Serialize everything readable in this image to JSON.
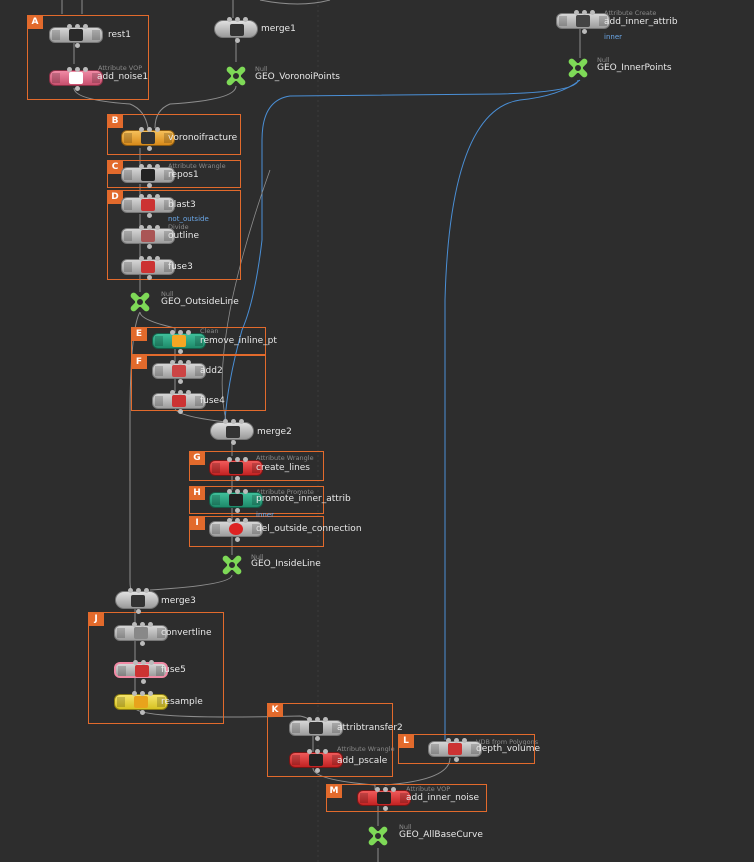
{
  "groups": [
    {
      "letter": "A"
    },
    {
      "letter": "B"
    },
    {
      "letter": "C"
    },
    {
      "letter": "D"
    },
    {
      "letter": "E"
    },
    {
      "letter": "F"
    },
    {
      "letter": "G"
    },
    {
      "letter": "H"
    },
    {
      "letter": "I"
    },
    {
      "letter": "J"
    },
    {
      "letter": "K"
    },
    {
      "letter": "L"
    },
    {
      "letter": "M"
    }
  ],
  "nodes": {
    "rest1": {
      "name": "rest1",
      "type": ""
    },
    "add_noise1": {
      "name": "add_noise1",
      "type": "Attribute VOP"
    },
    "merge1": {
      "name": "merge1",
      "type": ""
    },
    "geo_voronoi": {
      "name": "GEO_VoronoiPoints",
      "type": "Null"
    },
    "add_inner_attrib": {
      "name": "add_inner_attrib",
      "type": "Attribute Create",
      "note": "inner"
    },
    "geo_inner": {
      "name": "GEO_InnerPoints",
      "type": "Null"
    },
    "voronoifracture": {
      "name": "voronoifracture",
      "type": ""
    },
    "repos1": {
      "name": "repos1",
      "type": "Attribute Wrangle"
    },
    "blast3": {
      "name": "blast3",
      "type": "",
      "note": "not_outside"
    },
    "outline": {
      "name": "outline",
      "type": "Divide"
    },
    "fuse3": {
      "name": "fuse3",
      "type": ""
    },
    "geo_outside": {
      "name": "GEO_OutsideLine",
      "type": "Null"
    },
    "remove_inline": {
      "name": "remove_inline_pt",
      "type": "Clean"
    },
    "add2": {
      "name": "add2",
      "type": ""
    },
    "fuse4": {
      "name": "fuse4",
      "type": ""
    },
    "merge2": {
      "name": "merge2",
      "type": ""
    },
    "create_lines": {
      "name": "create_lines",
      "type": "Attribute Wrangle"
    },
    "promote": {
      "name": "promote_inner_attrib",
      "type": "Attribute Promote"
    },
    "del_outside": {
      "name": "del_outside_connection",
      "type": "",
      "note": "inner"
    },
    "geo_insideline": {
      "name": "GEO_InsideLine",
      "type": "Null"
    },
    "merge3": {
      "name": "merge3",
      "type": ""
    },
    "convertline": {
      "name": "convertline",
      "type": ""
    },
    "fuse5": {
      "name": "fuse5",
      "type": ""
    },
    "resample": {
      "name": "resample",
      "type": ""
    },
    "attribtransfer2": {
      "name": "attribtransfer2",
      "type": ""
    },
    "add_pscale": {
      "name": "add_pscale",
      "type": "Attribute Wrangle"
    },
    "depth_volume": {
      "name": "depth_volume",
      "type": "VDB from Polygons"
    },
    "add_inner_noise": {
      "name": "add_inner_noise",
      "type": "Attribute VOP"
    },
    "geo_allbase": {
      "name": "GEO_AllBaseCurve",
      "type": "Null"
    }
  },
  "colors": {
    "group_border": "#e26a2c",
    "null_green": "#7ed957",
    "wire": "#8a8a8a",
    "wire_blue": "#4a8fd6",
    "background": "#2d2d2d"
  }
}
